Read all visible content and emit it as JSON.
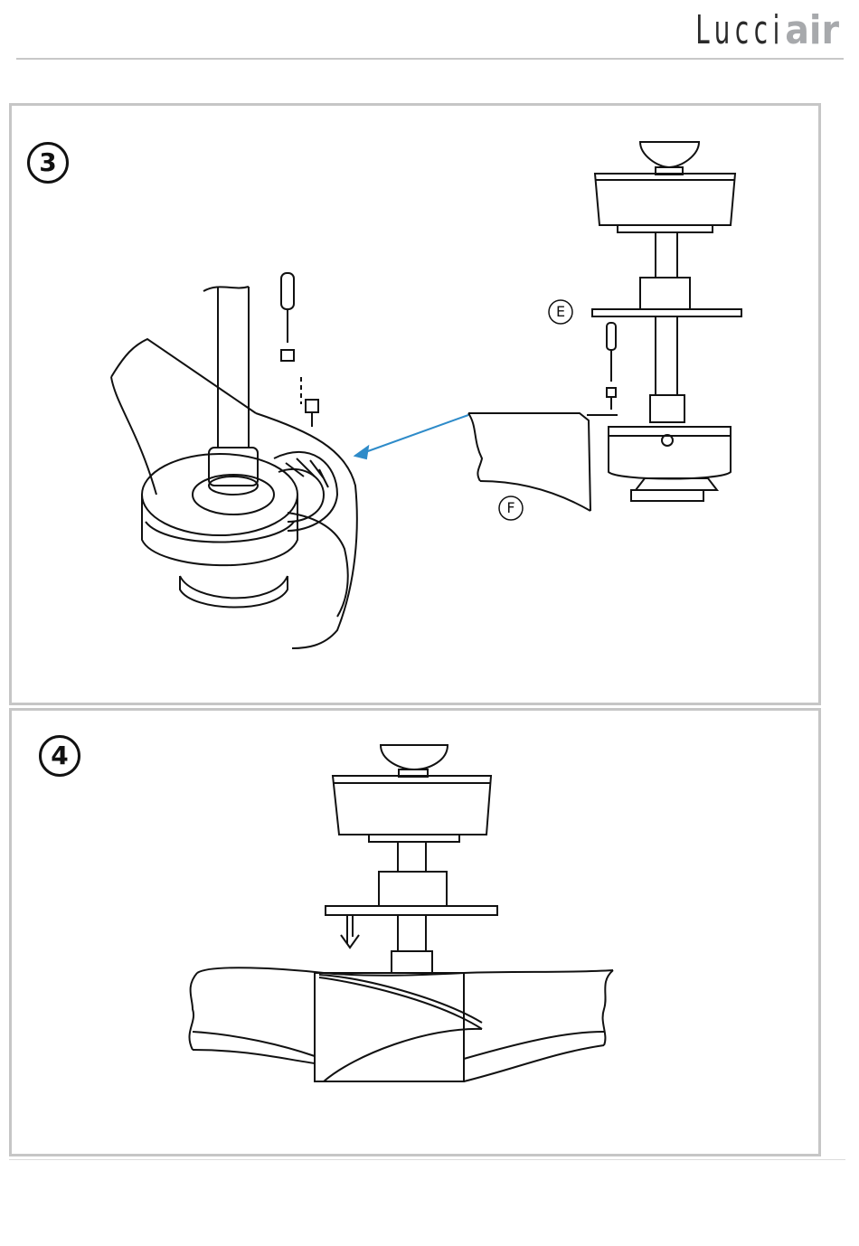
{
  "brand": {
    "part1": "Lucci",
    "part2": "air",
    "accent": "#a7a9ac"
  },
  "steps": [
    {
      "number": "3",
      "labels": {
        "e": "E",
        "f": "F"
      }
    },
    {
      "number": "4"
    }
  ]
}
